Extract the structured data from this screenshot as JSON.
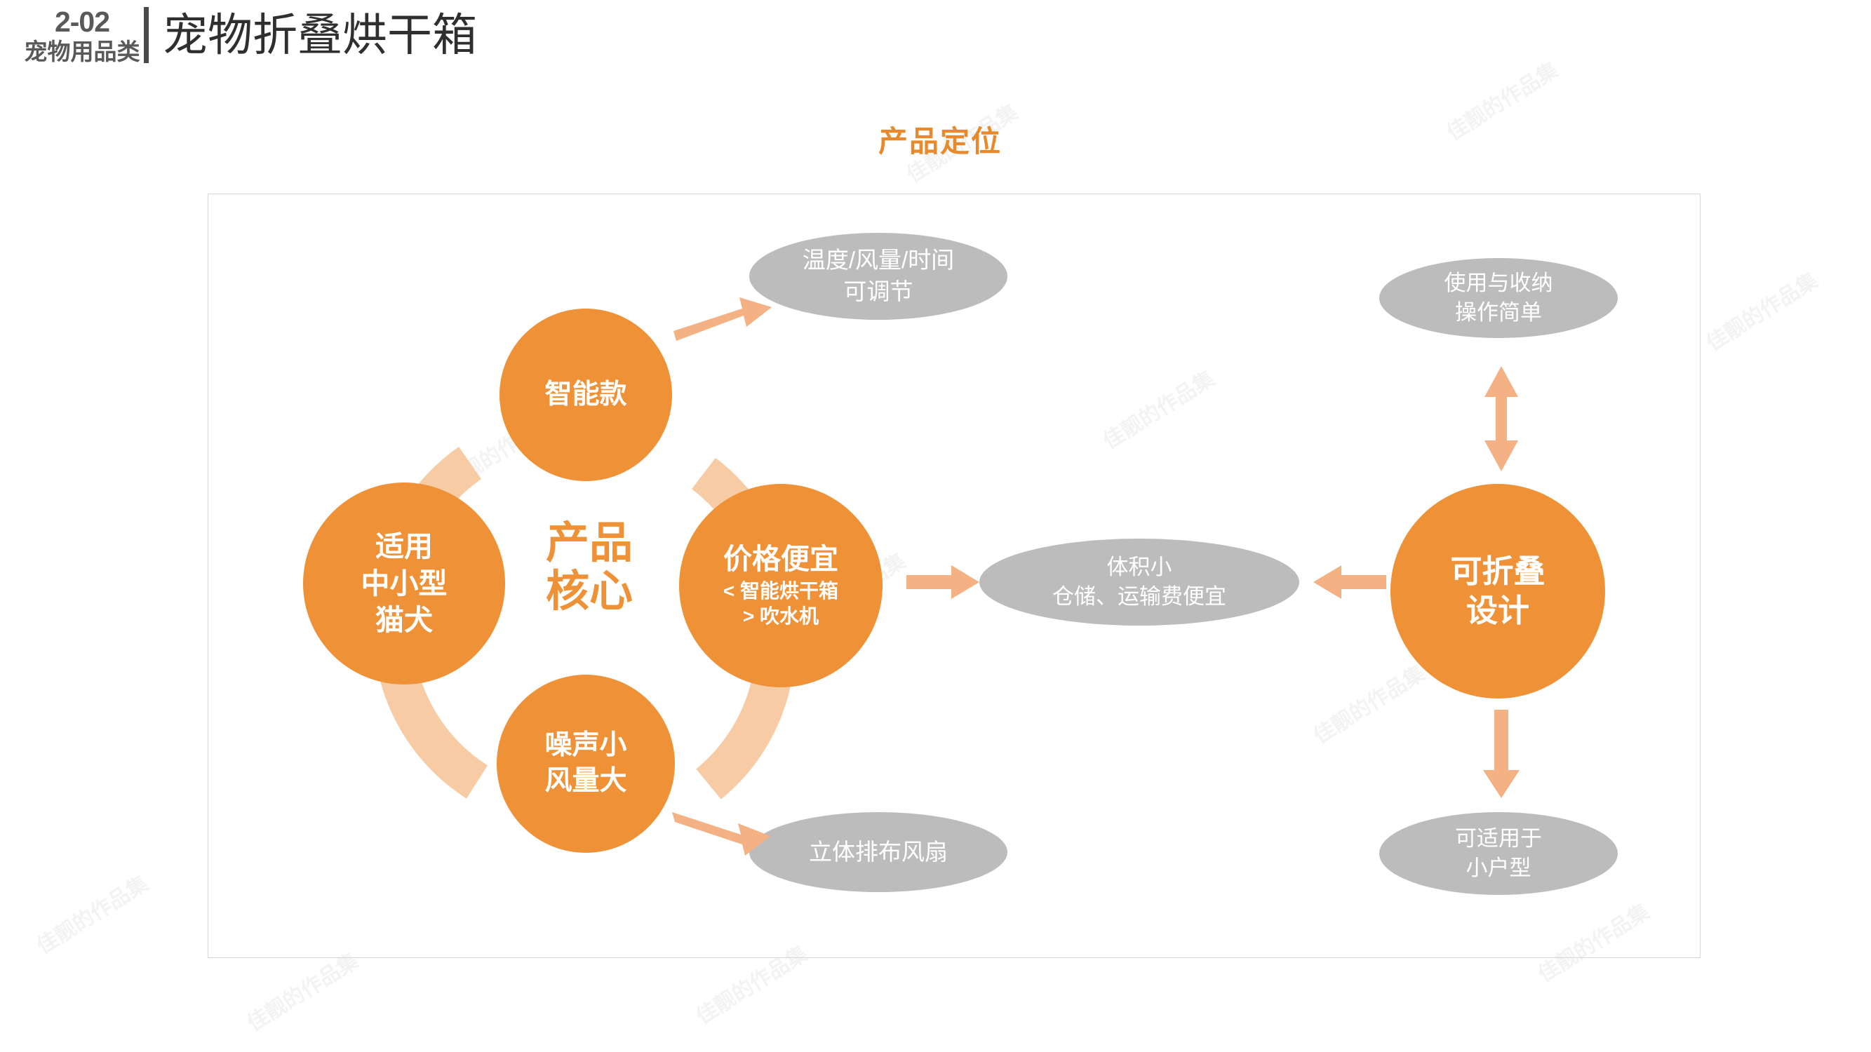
{
  "header": {
    "code": "2-02",
    "category": "宠物用品类",
    "title": "宠物折叠烘干箱"
  },
  "section": {
    "title": "产品定位"
  },
  "core": {
    "label_line1": "产品",
    "label_line2": "核心",
    "color": "#EE9137"
  },
  "colors": {
    "orange": "#EE9137",
    "light_orange": "#F4B183",
    "ring": "#F7CBA4",
    "gray_shape": "#BCBCBC",
    "header_gray": "#595959",
    "panel_border": "#d6d6d6",
    "title_dark": "#2f2f2f"
  },
  "circles": [
    {
      "id": "smart",
      "lines": [
        "智能款"
      ]
    },
    {
      "id": "pet-size",
      "lines": [
        "适用",
        "中小型",
        "猫犬"
      ]
    },
    {
      "id": "price",
      "lines": [
        "价格便宜"
      ],
      "sub": [
        "< 智能烘干箱",
        "> 吹水机"
      ]
    },
    {
      "id": "noise-air",
      "lines": [
        "噪声小",
        "风量大"
      ]
    },
    {
      "id": "foldable",
      "lines": [
        "可折叠",
        "设计"
      ]
    }
  ],
  "ellipses": [
    {
      "id": "adjustable",
      "lines": [
        "温度/风量/时间",
        "可调节"
      ]
    },
    {
      "id": "volume",
      "lines": [
        "体积小",
        "仓储、运输费便宜"
      ]
    },
    {
      "id": "fan-layout",
      "lines": [
        "立体排布风扇"
      ]
    },
    {
      "id": "easy-use",
      "lines": [
        "使用与收纳",
        "操作简单"
      ]
    },
    {
      "id": "small-home",
      "lines": [
        "可适用于",
        "小户型"
      ]
    }
  ],
  "arrows": [
    {
      "id": "smart-to-adjustable",
      "kind": "diagonal-up-right"
    },
    {
      "id": "noise-to-fan",
      "kind": "diagonal-down-right"
    },
    {
      "id": "price-to-volume",
      "kind": "right"
    },
    {
      "id": "foldable-to-volume",
      "kind": "left"
    },
    {
      "id": "foldable-easy-use",
      "kind": "up-down"
    },
    {
      "id": "foldable-small-home",
      "kind": "down"
    }
  ],
  "watermarks": [
    "佳靓的作品集",
    "佳靓的作品集",
    "佳靓的作品集",
    "佳靓的作品集",
    "佳靓的作品集",
    "佳靓的作品集",
    "佳靓的作品集",
    "佳靓的作品集",
    "佳靓的作品集",
    "佳靓的作品集",
    "佳靓的作品集",
    "佳靓的作品集"
  ]
}
